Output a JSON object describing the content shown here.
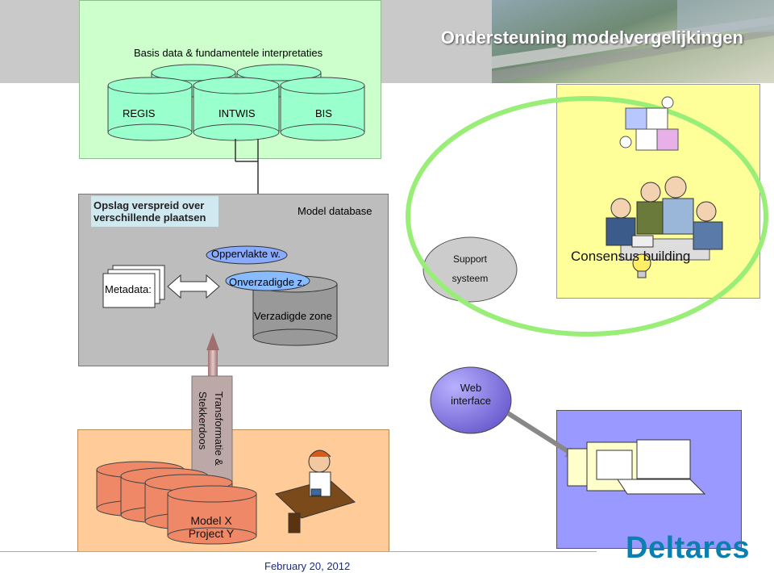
{
  "title": "Ondersteuning modelvergelijkingen",
  "basis_label": "Basis data & fundamentele interpretaties",
  "databases": [
    "REGIS",
    "INTWIS",
    "BIS"
  ],
  "opslag_label_line1": "Opslag verspreid over",
  "opslag_label_line2": "verschillende plaatsen",
  "model_database_label": "Model database",
  "metadata_label": "Metadata:",
  "layers": {
    "top": "Oppervlakte w.",
    "middle": "Onverzadigde z.",
    "bottom": "Verzadigde zone"
  },
  "support_line1": "Support",
  "support_line2": "systeem",
  "consensus_label": "Consensus building",
  "transform_line1": "Transformatie &",
  "transform_line2": "Stekkerdoos",
  "web_line1": "Web",
  "web_line2": "interface",
  "model_x_line1": "Model  X",
  "model_x_line2": "Project Y",
  "date": "February 20, 2012",
  "logo_text": "Deltares",
  "colors": {
    "green_box": "#ccffcc",
    "gray_box": "#bdbdbd",
    "yellow_box": "#ffff99",
    "orange_box": "#ffcc99",
    "blue_box": "#9999ff",
    "ellipse_outline": "#99ee77",
    "logo": "#0b7fb0"
  }
}
